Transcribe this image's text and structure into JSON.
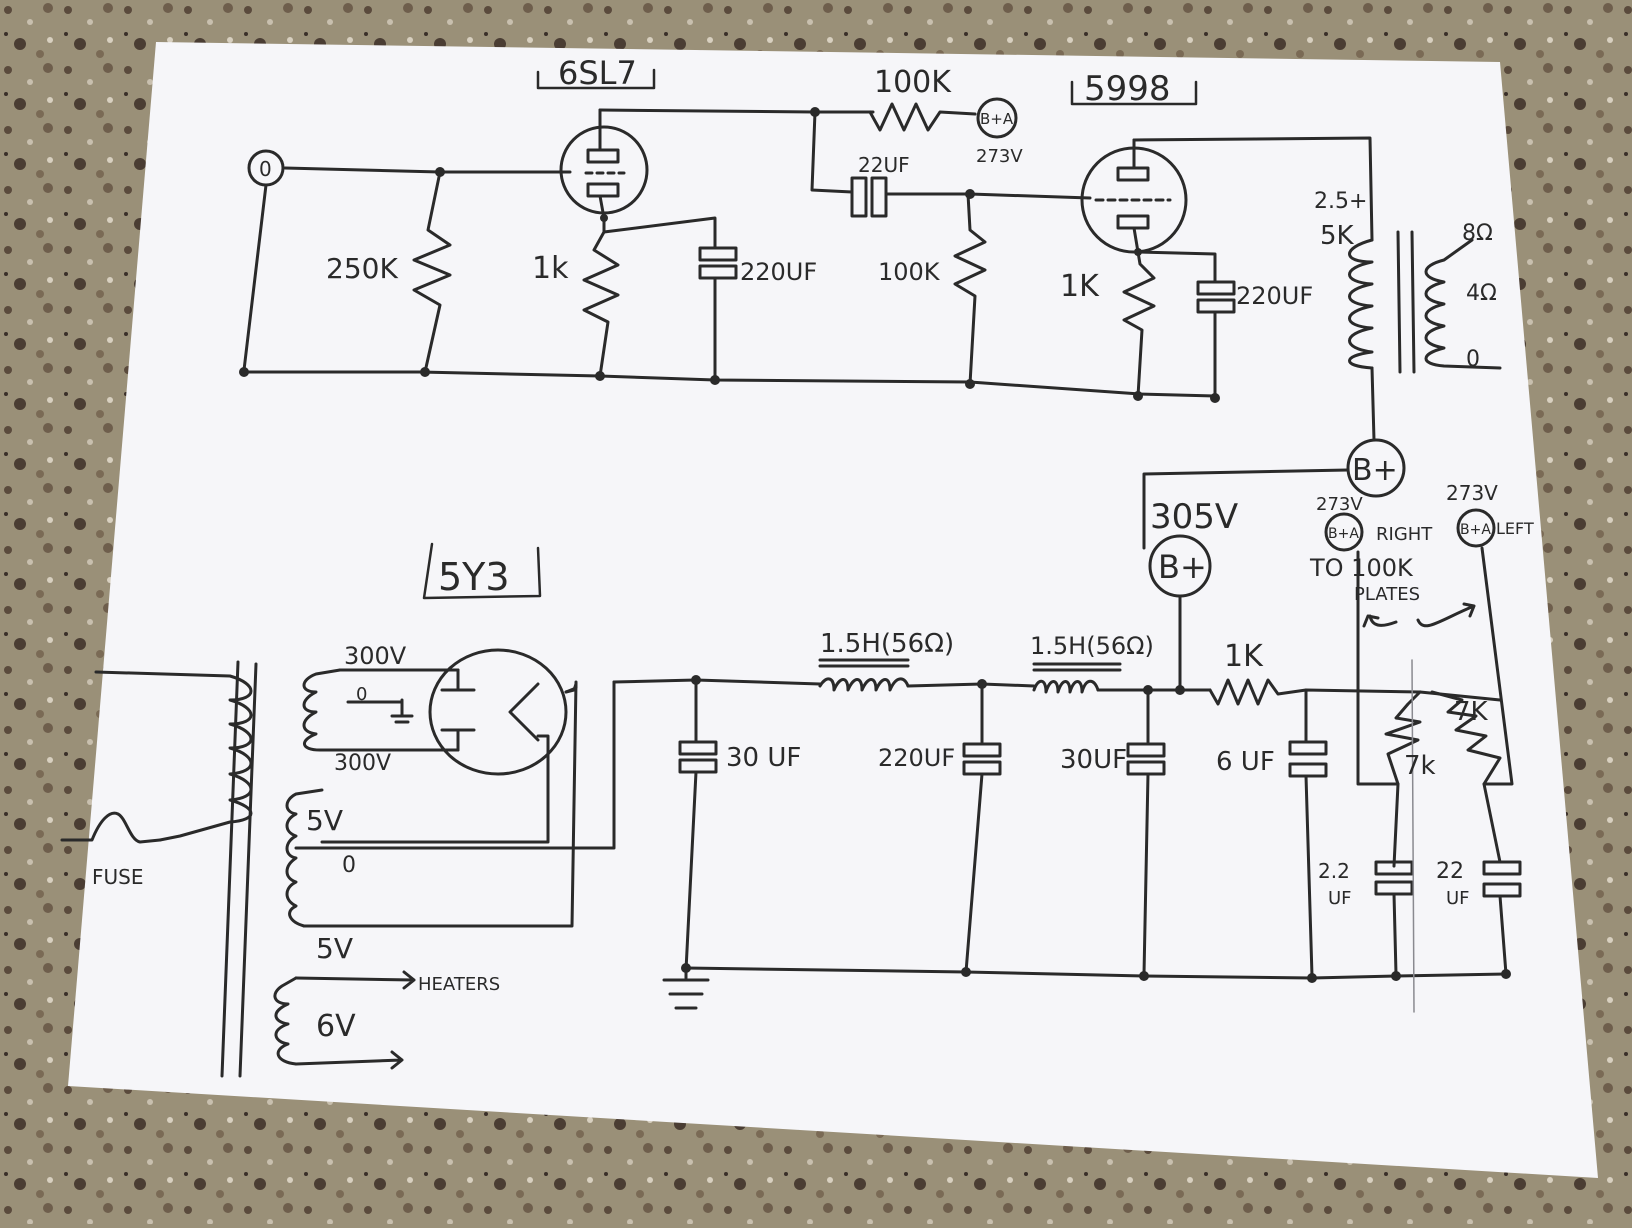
{
  "colors": {
    "countertop": "#9a9078",
    "paper": "#f6f6f9",
    "ink": "#2a2a2a"
  },
  "labels": {
    "tube_6sl7": "6SL7",
    "tube_5998": "5998",
    "tube_5y3": "5Y3",
    "r_plate_6sl7": "100K",
    "bta_top": "B+A",
    "v_273_top": "273V",
    "c_coupling": "22UF",
    "r_grid_in": "250K",
    "r_cathode_1": "1k",
    "c_cathode_1": "220UF",
    "r_grid_5998": "100K",
    "r_cathode_2": "1K",
    "c_cathode_2": "220UF",
    "opt_primary": "2.5+\n5K",
    "opt_8ohm": "8Ω",
    "opt_4ohm": "4Ω",
    "opt_0": "0",
    "input_0": "0",
    "bplus_top": "B+",
    "v_305": "305V",
    "bplus_mid": "B+",
    "v_273_right": "273V",
    "bta_right": "B+A",
    "right_txt": "RIGHT",
    "v_273_left": "273V",
    "bta_left": "B+A",
    "left_txt": "LEFT",
    "to_100k": "TO 100K",
    "plates": "PLATES",
    "pt_300v_a": "300V",
    "pt_0_a": "0",
    "pt_300v_b": "300V",
    "pt_5v_a": "5V",
    "pt_0_b": "0",
    "pt_5v_b": "5V",
    "pt_6v": "6V",
    "heaters": "HEATERS",
    "fuse": "FUSE",
    "choke_1": "1.5H(56Ω)",
    "choke_2": "1.5H(56Ω)",
    "r_1k_supply": "1K",
    "r_7k_a": "7K",
    "r_7k_b": "7k",
    "c_30uf_a": "30 UF",
    "c_220uf": "220UF",
    "c_30uf_b": "30UF",
    "c_6uf": "6 UF",
    "c_22uf_a": "2.2\nUF",
    "c_22uf_b": "22\nUF"
  }
}
